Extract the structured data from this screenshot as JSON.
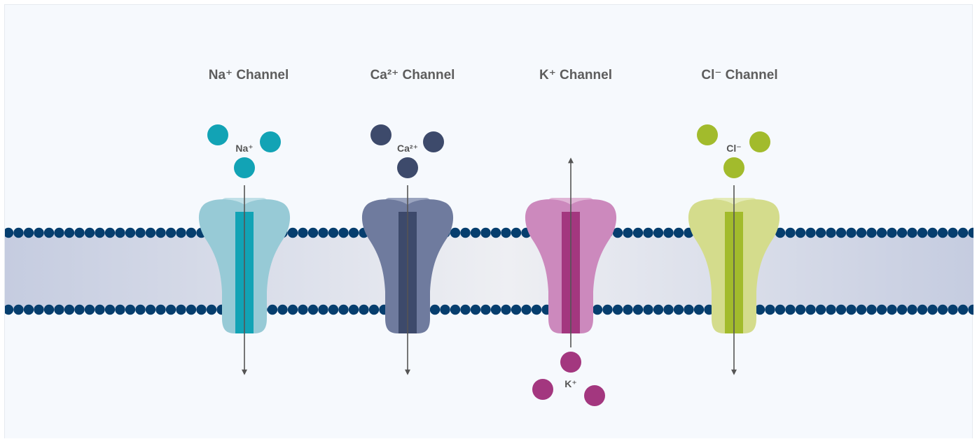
{
  "colors": {
    "background": "#f6f9fd",
    "bead": "#063e6e",
    "band_edge": "#c5cce0",
    "band_center": "#eeeff3",
    "arrow": "#555555",
    "title_text": "#5d5d5d"
  },
  "channels": [
    {
      "title": "Na⁺ Channel",
      "ion_label": "Na⁺",
      "direction": "inward",
      "body_color": "#97cad6",
      "cap_color": "#c0e0e8",
      "pore_color": "#12a3b5",
      "ion_color": "#12a3b5"
    },
    {
      "title": "Ca²⁺ Channel",
      "ion_label": "Ca²⁺",
      "direction": "inward",
      "body_color": "#6f7b9e",
      "cap_color": "#9aa4bf",
      "pore_color": "#3d4a6b",
      "ion_color": "#3d4a6b"
    },
    {
      "title": "K⁺ Channel",
      "ion_label": "K⁺",
      "direction": "outward",
      "body_color": "#cc89bd",
      "cap_color": "#e0b5d6",
      "pore_color": "#a3377f",
      "ion_color": "#a3377f"
    },
    {
      "title": "Cl⁻ Channel",
      "ion_label": "Cl⁻",
      "direction": "inward",
      "body_color": "#d4dc8c",
      "cap_color": "#e4ebb8",
      "pore_color": "#a2bb2c",
      "ion_color": "#a2bb2c"
    }
  ]
}
